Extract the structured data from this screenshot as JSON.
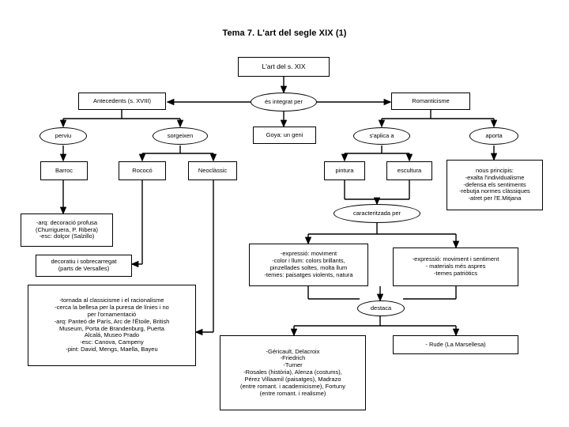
{
  "document": {
    "title": "Tema 7. L'art del segle XIX (1)",
    "type": "concept-map-diagram",
    "language": "ca",
    "colors": {
      "background": "#ffffff",
      "stroke": "#000000",
      "text": "#000000"
    }
  },
  "nodes": {
    "root": "L'art del s. XIX",
    "connector_main": "és integrat per",
    "antecedents": "Antecedents (s. XVIII)",
    "romanticisme": "Romanticisme",
    "perviu": "perviu",
    "sorgeixen": "sorgeixen",
    "goya": "Goya: un geni",
    "s_aplica_a": "s'aplica a",
    "aporta": "aporta",
    "barroc": "Barroc",
    "rococo": "Rococó",
    "neoclassic": "Neoclàssic",
    "pintura": "pintura",
    "escultura": "escultura",
    "nous_principis": "nous principis:\n-exalta l'individualisme\n-defensa els sentiments\n-rebutja normes clàssiques\n-atret per l'E.Mitjana",
    "barroc_detall": "-arq: decoració profusa\n(Churriguera, P. Ribera)\n-esc: dolçor (Salzillo)",
    "rococo_detall": "decoratiu i sobrecarregat\n(parts de Versalles)",
    "neoclassic_detall": "-tornada al classicisme i el racionalisme\n-cerca la bellesa per la puresa de línies i no\nper l'ornamentació\n-arq: Panteó de París, Arc de l'Étoile, British\nMuseum, Porta de Brandenburg, Puerta\nAlcalá, Museo Prado\n-esc: Canova, Campeny\n-pint: David, Mengs, Maella, Bayeu",
    "caracteritzada_per": "caracteritzada per",
    "pintura_detall": "-expressió: moviment\n-color i llum: colors brillants,\npinzellades soltes, molta llum\n-temes: paisatges violents, natura",
    "escultura_detall": "-expressió: moviment i sentiment\n- materials més aspres\n-temes patriòtics",
    "destaca": "destaca",
    "pintors": "-Géricault, Delacroix\n-Friedrich\n-Turner\n-Rosales (història), Alenza (costums),\nPérez Villaamil (paisatges), Madrazo\n(entre romant. i academicisme), Fortuny\n(entre romant. i realisme)",
    "escultors": "- Rude (La Marsellesa)"
  }
}
